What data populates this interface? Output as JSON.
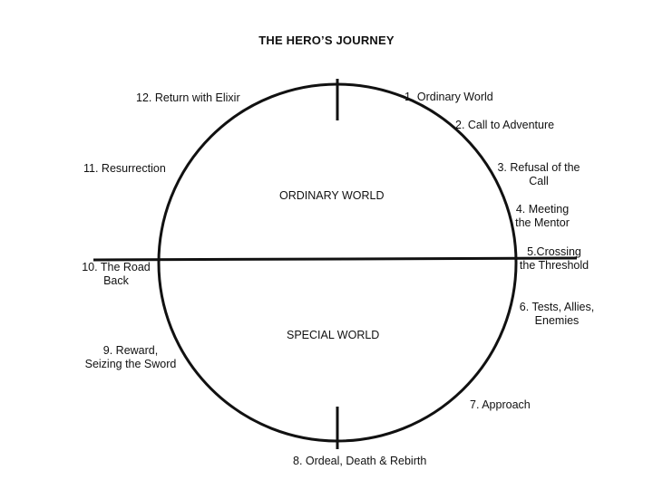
{
  "title": "THE HERO’S JOURNEY",
  "regions": {
    "upper": "ORDINARY WORLD",
    "lower": "SPECIAL WORLD"
  },
  "stages": [
    {
      "text": "1.  Ordinary World"
    },
    {
      "text": "2. Call to Adventure"
    },
    {
      "line1": "3. Refusal of the",
      "line2": "Call"
    },
    {
      "line1": "4. Meeting",
      "line2": "the Mentor"
    },
    {
      "line1": "5.Crossing",
      "line2": "the Threshold"
    },
    {
      "line1": "6. Tests, Allies,",
      "line2": "Enemies"
    },
    {
      "text": "7. Approach"
    },
    {
      "text": "8. Ordeal, Death & Rebirth"
    },
    {
      "line1": "9. Reward,",
      "line2": "Seizing the Sword"
    },
    {
      "line1": "10. The Road",
      "line2": "Back"
    },
    {
      "text": "11. Resurrection"
    },
    {
      "text": "12. Return with Elixir"
    }
  ],
  "colors": {
    "ink": "#111111",
    "background": "#ffffff"
  }
}
